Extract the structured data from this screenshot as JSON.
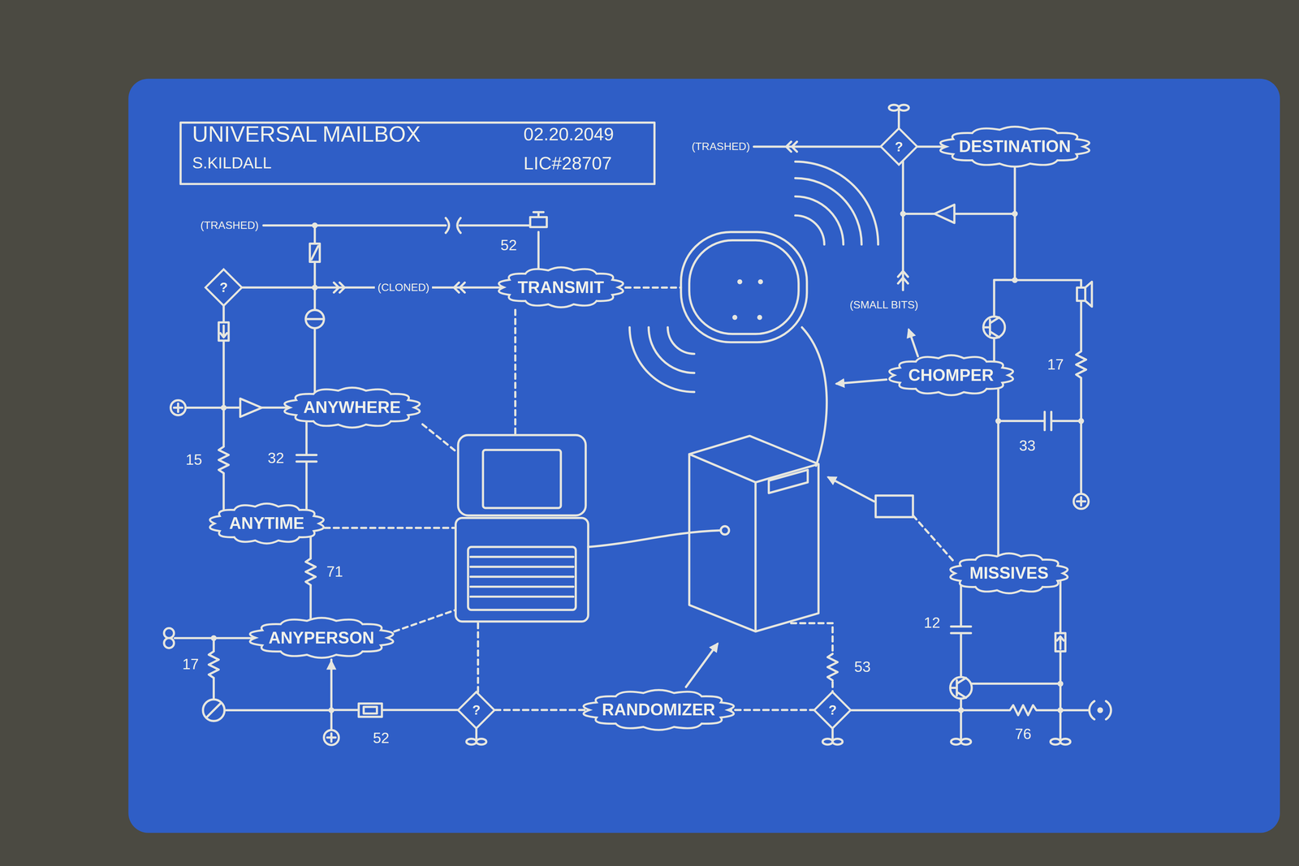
{
  "diagram": {
    "title": "UNIVERSAL MAILBOX",
    "nodes": [
      {
        "text": [
          "?"
        ]
      },
      {
        "text": [
          "TRANSMIT"
        ]
      },
      {
        "text": [
          "?"
        ]
      },
      {
        "text": [
          "DESTINATION"
        ]
      },
      {
        "text": [
          "ANYWHERE"
        ]
      },
      {
        "text": [
          "CHOMPER"
        ]
      },
      {
        "text": [
          "ANYTIME"
        ]
      },
      {
        "text": [
          "MISSIVES"
        ]
      },
      {
        "text": [
          "ANYPERSON"
        ]
      },
      {
        "text": [
          "?"
        ]
      },
      {
        "text": [
          "RANDOMIZER"
        ]
      },
      {
        "text": [
          "?"
        ]
      }
    ],
    "edges": [
      {
        "from": 1,
        "to": 0,
        "label": "(CLONED)",
        "arrow": "none"
      },
      {
        "from": 0,
        "to": 4,
        "arrow": "none"
      },
      {
        "from": 4,
        "to": 6,
        "arrow": "none"
      },
      {
        "from": 6,
        "to": 8,
        "arrow": "none"
      },
      {
        "from": 9,
        "to": 8,
        "arrow": "to"
      },
      {
        "from": 9,
        "to": 10,
        "arrow": "none"
      },
      {
        "from": 10,
        "to": 11,
        "arrow": "none"
      },
      {
        "from": 3,
        "to": 2,
        "arrow": "none"
      },
      {
        "from": 5,
        "to": 3,
        "arrow": "none"
      },
      {
        "from": 7,
        "to": 5,
        "arrow": "none"
      }
    ],
    "labels": [
      "S.KILDALL",
      "02.20.2049",
      "LIC#28707",
      "(TRASHED)",
      "52",
      "15",
      "32",
      "71",
      "17",
      "52",
      "(TRASHED)",
      "(SMALL BITS)",
      "17",
      "33",
      "53",
      "12",
      "76"
    ]
  }
}
